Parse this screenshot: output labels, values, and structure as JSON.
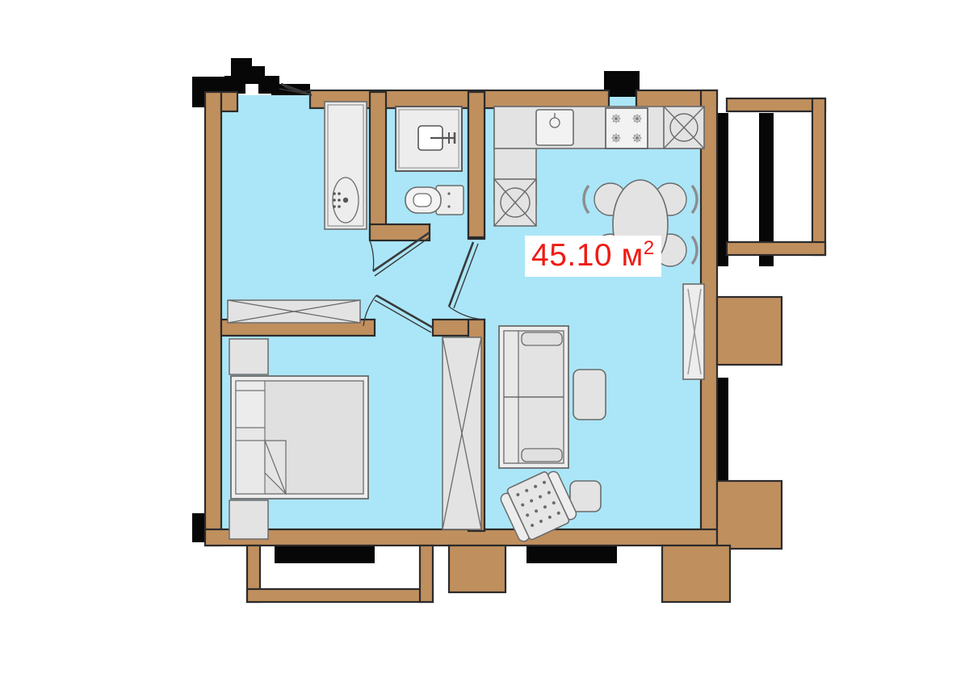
{
  "plan": {
    "area_label": "45.10",
    "area_unit": "м",
    "area_exponent": "2",
    "area_full": "45.10 м²",
    "colors": {
      "floor": "#aae6f8",
      "wall": "#c08f5e",
      "wall_outline": "#2b2b2b",
      "structural_black": "#070707",
      "furniture_fill": "#e3e3e3",
      "furniture_stroke": "#6b6b6b",
      "area_text": "#ef1b14",
      "badge_background": "#ffffff",
      "page_background": "#ffffff"
    }
  },
  "rooms": [
    {
      "id": "hall",
      "name": "Hallway / Entrance"
    },
    {
      "id": "bathroom",
      "name": "Bathroom"
    },
    {
      "id": "kitchen",
      "name": "Kitchen / Dining"
    },
    {
      "id": "bedroom",
      "name": "Bedroom"
    },
    {
      "id": "living",
      "name": "Living room"
    },
    {
      "id": "balcony_right_top",
      "name": "Loggia (kitchen)"
    },
    {
      "id": "balcony_bottom_left",
      "name": "Balcony (bedroom)"
    }
  ],
  "fixtures": [
    {
      "id": "entrance-door",
      "room": "hall",
      "label": "Entrance door"
    },
    {
      "id": "bathtub",
      "room": "bathroom",
      "label": "Bathtub"
    },
    {
      "id": "washing-machine",
      "room": "bathroom",
      "label": "Washing machine"
    },
    {
      "id": "toilet",
      "room": "bathroom",
      "label": "Toilet"
    },
    {
      "id": "bathroom-door",
      "room": "bathroom",
      "label": "Bathroom door"
    },
    {
      "id": "kitchen-sink",
      "room": "kitchen",
      "label": "Kitchen sink"
    },
    {
      "id": "gas-stove",
      "room": "kitchen",
      "label": "Gas stove, 4 burners"
    },
    {
      "id": "corner-cabinet-top",
      "room": "kitchen",
      "label": "Corner cabinet"
    },
    {
      "id": "corner-cabinet-left",
      "room": "kitchen",
      "label": "Corner cabinet"
    },
    {
      "id": "counter-run",
      "room": "kitchen",
      "label": "Kitchen counter"
    },
    {
      "id": "dining-table",
      "room": "kitchen",
      "label": "Dining table"
    },
    {
      "id": "dining-chairs",
      "room": "kitchen",
      "label": "Dining chairs (4)"
    },
    {
      "id": "kitchen-door",
      "room": "kitchen",
      "label": "Kitchen door"
    },
    {
      "id": "hall-wardrobe",
      "room": "hall",
      "label": "Wardrobe"
    },
    {
      "id": "bed",
      "room": "bedroom",
      "label": "Double bed"
    },
    {
      "id": "nightstand-top",
      "room": "bedroom",
      "label": "Nightstand"
    },
    {
      "id": "nightstand-bottom",
      "room": "bedroom",
      "label": "Nightstand"
    },
    {
      "id": "bedroom-door",
      "room": "bedroom",
      "label": "Bedroom door"
    },
    {
      "id": "bedroom-wardrobe",
      "room": "bedroom",
      "label": "Wardrobe"
    },
    {
      "id": "sofa",
      "room": "living",
      "label": "Sofa, 2 seats"
    },
    {
      "id": "armchair",
      "room": "living",
      "label": "Armchair"
    },
    {
      "id": "side-table-upper",
      "room": "living",
      "label": "Side table"
    },
    {
      "id": "side-table-lower",
      "room": "living",
      "label": "Side table"
    },
    {
      "id": "balcony-door-right",
      "room": "living",
      "label": "Balcony door"
    }
  ]
}
